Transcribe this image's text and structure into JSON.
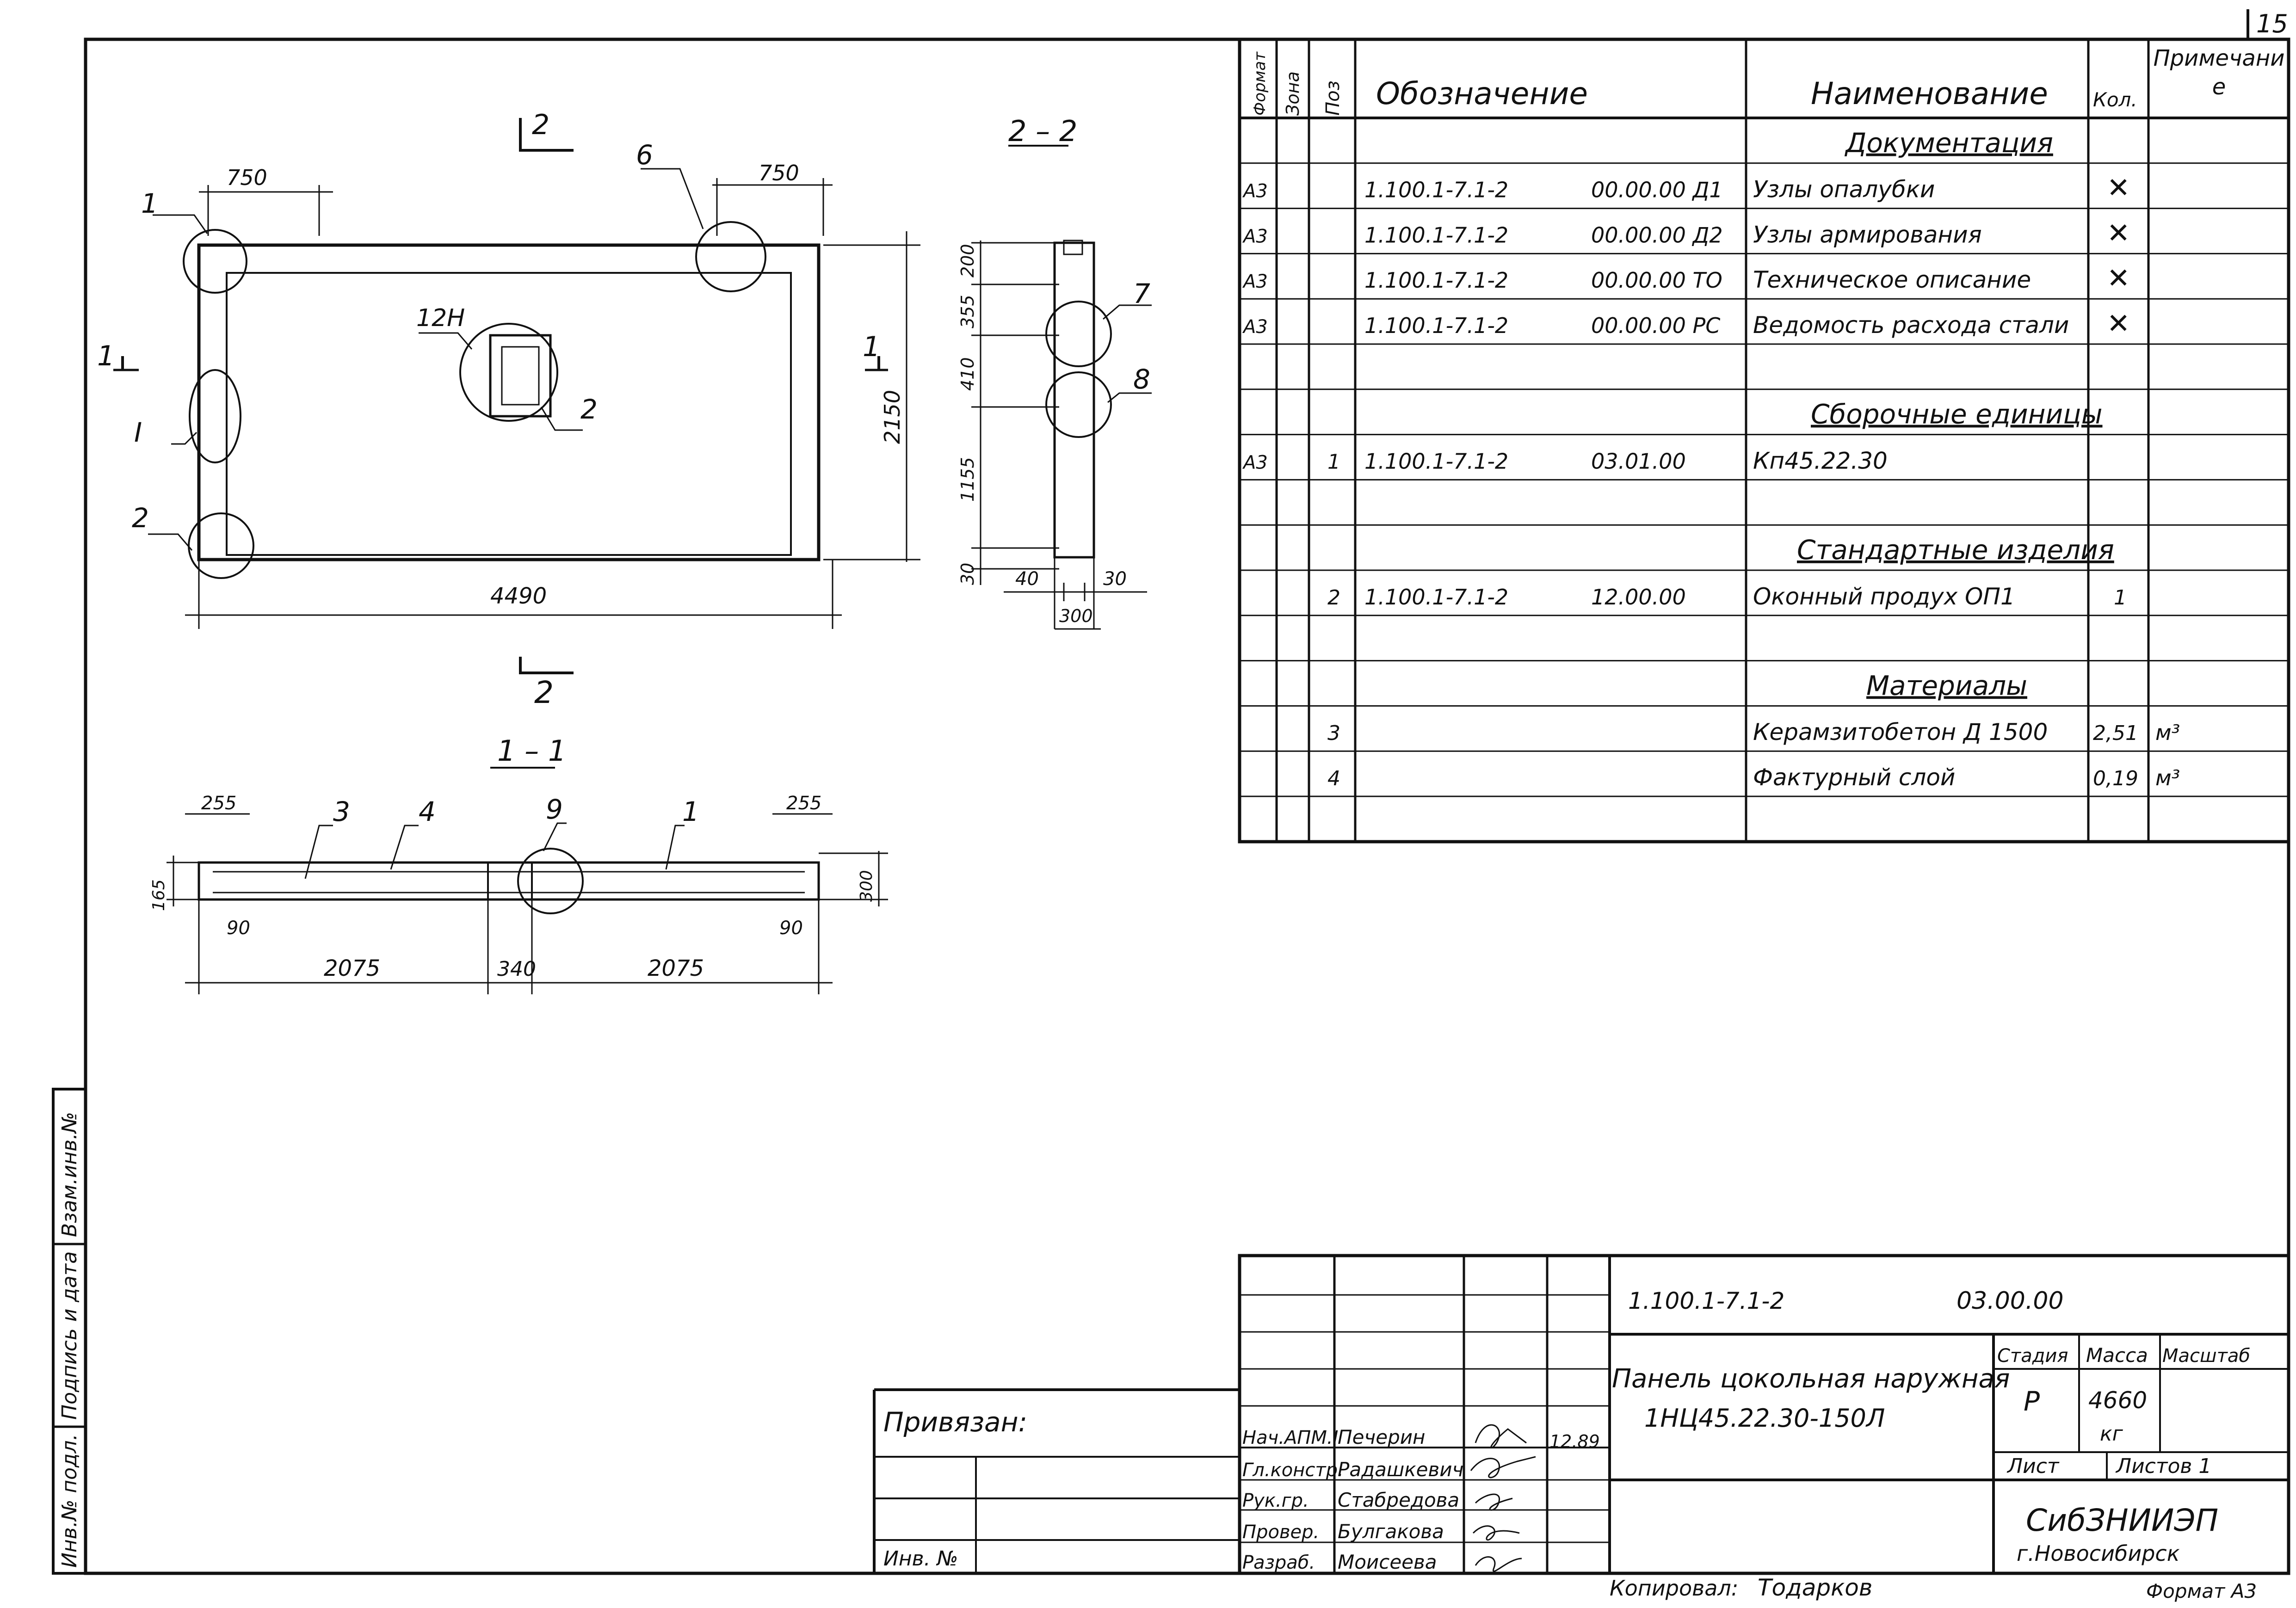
{
  "sheet": {
    "page_number": "15",
    "copied_by_label": "Копировал:",
    "copied_by_signature": "Тодарков",
    "format_label": "Формат А3"
  },
  "side_stamp": [
    "Инв.№ подл.",
    "Подпись и дата",
    "Взам.инв.№"
  ],
  "drawing": {
    "section_2_mark": "2",
    "section_1_mark": "1",
    "view_2_2_title": "2 – 2",
    "view_1_1_title": "1 – 1",
    "plan": {
      "callouts": [
        "1",
        "I",
        "2",
        "6",
        "12Н",
        "2"
      ],
      "dims": {
        "left_top": "750",
        "right_top": "750",
        "height": "2150",
        "width": "4490"
      }
    },
    "section_22": {
      "callouts": [
        "7",
        "8"
      ],
      "dims": {
        "d200": "200",
        "d355": "355",
        "d410": "410",
        "d1155": "1155",
        "d30a": "30",
        "d40": "40",
        "d30b": "30",
        "d300": "300"
      }
    },
    "section_11": {
      "callouts": [
        "3",
        "4",
        "9",
        "1"
      ],
      "dims": {
        "d255a": "255",
        "d255b": "255",
        "d165": "165",
        "d300": "300",
        "d90a": "90",
        "d90b": "90",
        "d2075a": "2075",
        "d340": "340",
        "d2075b": "2075"
      }
    }
  },
  "spec": {
    "headers": {
      "format": "Формат",
      "zone": "Зона",
      "pos": "Поз",
      "designation": "Обозначение",
      "name": "Наименование",
      "qty": "Кол.",
      "note": "Примечание"
    },
    "rows": [
      {
        "format": "",
        "pos": "",
        "des1": "",
        "des2": "",
        "name": "Документация",
        "qty": "",
        "note": "",
        "section": true
      },
      {
        "format": "А3",
        "pos": "",
        "des1": "1.100.1-7.1-2",
        "des2": "00.00.00 Д1",
        "name": "Узлы опалубки",
        "qty": "✕",
        "note": ""
      },
      {
        "format": "А3",
        "pos": "",
        "des1": "1.100.1-7.1-2",
        "des2": "00.00.00 Д2",
        "name": "Узлы армирования",
        "qty": "✕",
        "note": ""
      },
      {
        "format": "А3",
        "pos": "",
        "des1": "1.100.1-7.1-2",
        "des2": "00.00.00 ТО",
        "name": "Техническое описание",
        "qty": "✕",
        "note": ""
      },
      {
        "format": "А3",
        "pos": "",
        "des1": "1.100.1-7.1-2",
        "des2": "00.00.00 РС",
        "name": "Ведомость расхода стали",
        "qty": "✕",
        "note": ""
      },
      {
        "format": "",
        "pos": "",
        "des1": "",
        "des2": "",
        "name": "",
        "qty": "",
        "note": ""
      },
      {
        "format": "",
        "pos": "",
        "des1": "",
        "des2": "",
        "name": "Сборочные единицы",
        "qty": "",
        "note": "",
        "section": true
      },
      {
        "format": "А3",
        "pos": "1",
        "des1": "1.100.1-7.1-2",
        "des2": "03.01.00",
        "name": "Кп45.22.30",
        "qty": "",
        "note": ""
      },
      {
        "format": "",
        "pos": "",
        "des1": "",
        "des2": "",
        "name": "",
        "qty": "",
        "note": ""
      },
      {
        "format": "",
        "pos": "",
        "des1": "",
        "des2": "",
        "name": "Стандартные изделия",
        "qty": "",
        "note": "",
        "section": true
      },
      {
        "format": "",
        "pos": "2",
        "des1": "1.100.1-7.1-2",
        "des2": "12.00.00",
        "name": "Оконный продух ОП1",
        "qty": "1",
        "note": ""
      },
      {
        "format": "",
        "pos": "",
        "des1": "",
        "des2": "",
        "name": "",
        "qty": "",
        "note": ""
      },
      {
        "format": "",
        "pos": "",
        "des1": "",
        "des2": "",
        "name": "Материалы",
        "qty": "",
        "note": "",
        "section": true
      },
      {
        "format": "",
        "pos": "3",
        "des1": "",
        "des2": "",
        "name": "Керамзитобетон Д 1500",
        "qty": "2,51",
        "note": "м³"
      },
      {
        "format": "",
        "pos": "4",
        "des1": "",
        "des2": "",
        "name": "Фактурный слой",
        "qty": "0,19",
        "note": "м³"
      },
      {
        "format": "",
        "pos": "",
        "des1": "",
        "des2": "",
        "name": "",
        "qty": "",
        "note": ""
      }
    ]
  },
  "title_block": {
    "bound_label": "Привязан:",
    "inv_label": "Инв. №",
    "doc_code": "1.100.1-7.1-2",
    "doc_suffix": "03.00.00",
    "title_line1": "Панель цокольная наружная",
    "title_line2": "1НЦ45.22.30-150Л",
    "stage_label": "Стадия",
    "mass_label": "Масса",
    "scale_label": "Масштаб",
    "stage_value": "Р",
    "mass_value": "4660",
    "mass_unit": "кг",
    "sheet_label": "Лист",
    "sheets_label": "Листов 1",
    "org_name": "СибЗНИИЭП",
    "org_city": "г.Новосибирск",
    "date": "12.89",
    "people": [
      {
        "role": "Нач.АПМ.I",
        "name": "Печерин"
      },
      {
        "role": "Гл.констр.",
        "name": "Радашкевич"
      },
      {
        "role": "Рук.гр.",
        "name": "Стабредова"
      },
      {
        "role": "Провер.",
        "name": "Булгакова"
      },
      {
        "role": "Разраб.",
        "name": "Моисеева"
      }
    ]
  }
}
